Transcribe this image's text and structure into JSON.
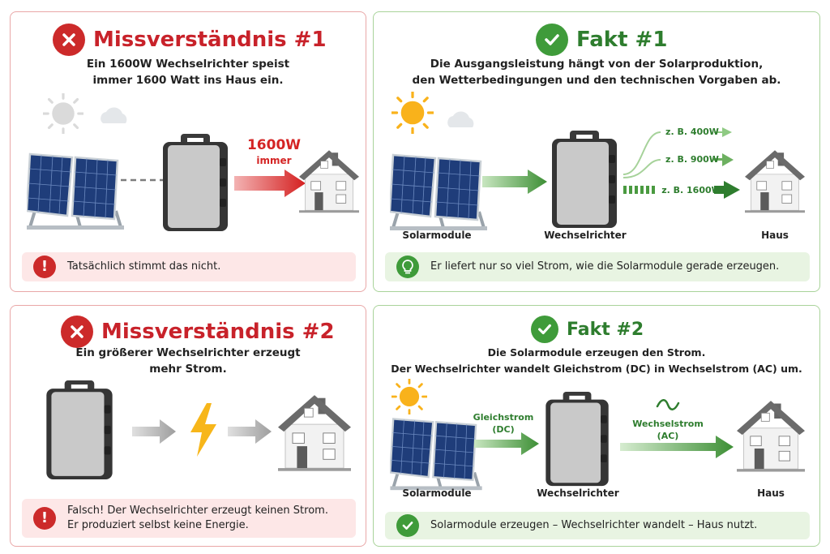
{
  "panel1": {
    "title": "Missverständnis #1",
    "subtitle": "Ein 1600W Wechselrichter speist\nimmer 1600 Watt ins Haus ein.",
    "power_value": "1600W",
    "power_qualifier": "immer",
    "note": "Tatsächlich stimmt das nicht.",
    "icon_badge": "x-icon",
    "icon_note": "exclamation-icon",
    "accent": "#c8222a"
  },
  "panel2": {
    "title": "Fakt #1",
    "subtitle": "Die Ausgangsleistung hängt von der Solarproduktion,\nden Wetterbedingungen und den technischen Vorgaben ab.",
    "outputs": [
      "z. B. 400W",
      "z. B. 900W",
      "z. B. 1600W"
    ],
    "label_solar": "Solarmodule",
    "label_inverter": "Wechselrichter",
    "label_house": "Haus",
    "note": "Er liefert nur so viel Strom, wie die Solarmodule gerade erzeugen.",
    "icon_badge": "check-icon",
    "icon_note": "lightbulb-icon",
    "accent": "#2e7d2e"
  },
  "panel3": {
    "title": "Missverständnis #2",
    "subtitle": "Ein größerer Wechselrichter erzeugt\nmehr Strom.",
    "note_line1": "Falsch! Der Wechselrichter erzeugt keinen Strom.",
    "note_line2": "Er produziert selbst keine Energie.",
    "icon_badge": "x-icon",
    "icon_note": "exclamation-icon"
  },
  "panel4": {
    "title": "Fakt #2",
    "subtitle": "Die Solarmodule erzeugen den Strom.\nDer Wechselrichter wandelt Gleichstrom (DC) in Wechselstrom (AC) um.",
    "dc_label_1": "Gleichstrom",
    "dc_label_2": "(DC)",
    "ac_label_1": "Wechselstrom",
    "ac_label_2": "(AC)",
    "label_solar": "Solarmodule",
    "label_inverter": "Wechselrichter",
    "label_house": "Haus",
    "note": "Solarmodule erzeugen – Wechselrichter wandelt – Haus nutzt.",
    "icon_badge": "check-icon",
    "icon_note": "check-icon"
  }
}
